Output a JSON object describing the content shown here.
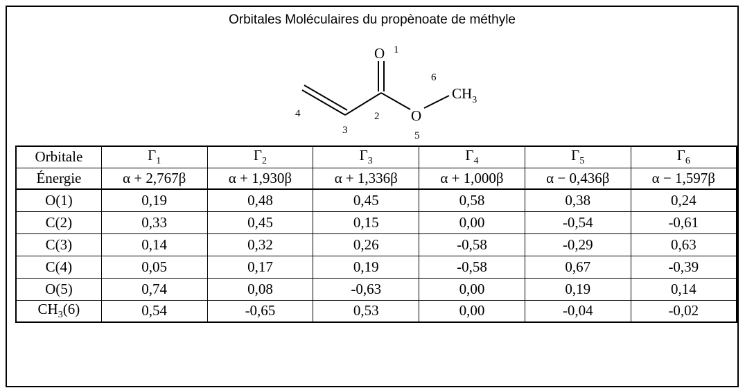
{
  "title": "Orbitales Moléculaires du propènoate de méthyle",
  "molecule": {
    "atom_O_carbonyl": "O",
    "atom_O_ester": "O",
    "group_methyl": "CH",
    "methyl_subscript": "3",
    "numbers": [
      "1",
      "2",
      "3",
      "4",
      "5",
      "6"
    ]
  },
  "table": {
    "header_label": "Orbitale",
    "orbital_symbol": "Γ",
    "orbital_indices": [
      "1",
      "2",
      "3",
      "4",
      "5",
      "6"
    ],
    "energy_label": "Énergie",
    "energies": [
      "α + 2,767β",
      "α + 1,930β",
      "α + 1,336β",
      "α + 1,000β",
      "α − 0,436β",
      "α − 1,597β"
    ],
    "rows": [
      {
        "atom": "O(1)",
        "values": [
          "0,19",
          "0,48",
          "0,45",
          "0,58",
          "0,38",
          "0,24"
        ]
      },
      {
        "atom": "C(2)",
        "values": [
          "0,33",
          "0,45",
          "0,15",
          "0,00",
          "-0,54",
          "-0,61"
        ]
      },
      {
        "atom": "C(3)",
        "values": [
          "0,14",
          "0,32",
          "0,26",
          "-0,58",
          "-0,29",
          "0,63"
        ]
      },
      {
        "atom": "C(4)",
        "values": [
          "0,05",
          "0,17",
          "0,19",
          "-0,58",
          "0,67",
          "-0,39"
        ]
      },
      {
        "atom": "O(5)",
        "values": [
          "0,74",
          "0,08",
          "-0,63",
          "0,00",
          "0,19",
          "0,14"
        ]
      },
      {
        "atom": "CH3(6)",
        "atom_main": "CH",
        "atom_sub": "3",
        "atom_tail": "(6)",
        "values": [
          "0,54",
          "-0,65",
          "0,53",
          "0,00",
          "-0,04",
          "-0,02"
        ]
      }
    ]
  }
}
